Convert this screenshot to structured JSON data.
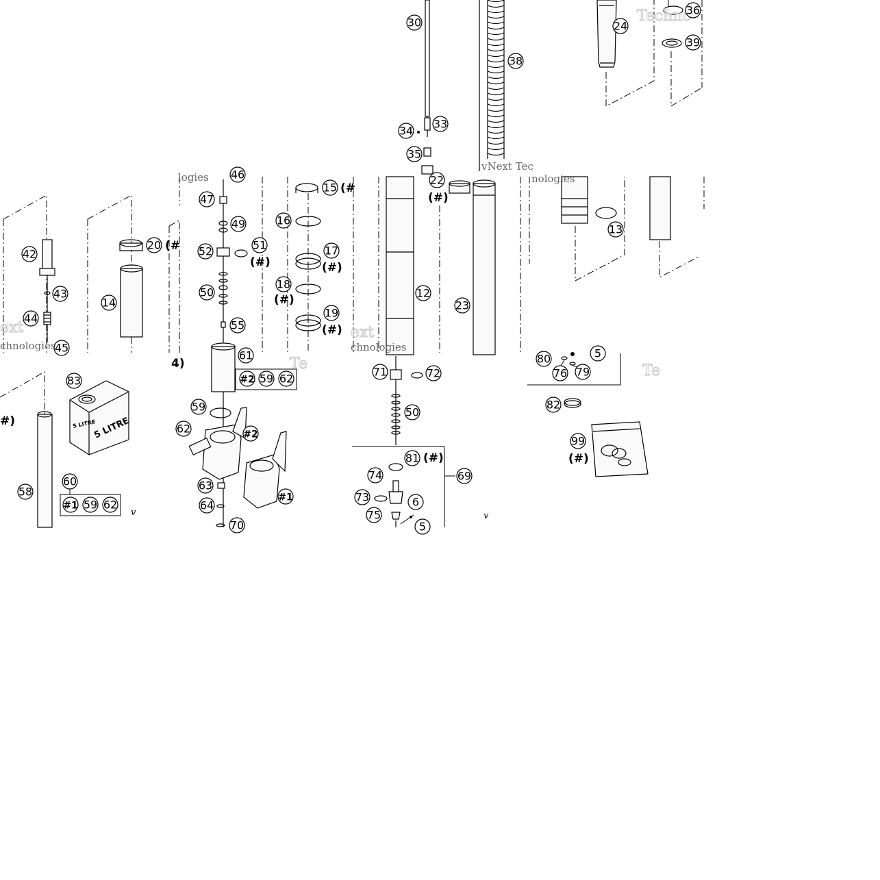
{
  "diagram": {
    "watermarks": [
      "Technologies",
      "Techno",
      "vNext Tec",
      "logies",
      "nologies",
      "Te",
      "ext",
      "chnologies",
      "Technologies",
      "Te"
    ],
    "v_marks": [
      "v",
      "v"
    ],
    "can_label_large": "5 LITRE",
    "can_label_small": "5 LITRE",
    "callouts": [
      {
        "id": "30",
        "label": "30"
      },
      {
        "id": "38",
        "label": "38"
      },
      {
        "id": "24",
        "label": "24"
      },
      {
        "id": "36",
        "label": "36"
      },
      {
        "id": "39",
        "label": "39"
      },
      {
        "id": "33",
        "label": "33"
      },
      {
        "id": "34",
        "label": "34"
      },
      {
        "id": "35",
        "label": "35"
      },
      {
        "id": "22",
        "label": "22"
      },
      {
        "id": "46",
        "label": "46"
      },
      {
        "id": "47",
        "label": "47"
      },
      {
        "id": "49",
        "label": "49"
      },
      {
        "id": "52",
        "label": "52"
      },
      {
        "id": "51",
        "label": "51"
      },
      {
        "id": "50a",
        "label": "50"
      },
      {
        "id": "55",
        "label": "55"
      },
      {
        "id": "15",
        "label": "15"
      },
      {
        "id": "16",
        "label": "16"
      },
      {
        "id": "17",
        "label": "17"
      },
      {
        "id": "18",
        "label": "18"
      },
      {
        "id": "19",
        "label": "19"
      },
      {
        "id": "12",
        "label": "12"
      },
      {
        "id": "23",
        "label": "23"
      },
      {
        "id": "13",
        "label": "13"
      },
      {
        "id": "42",
        "label": "42"
      },
      {
        "id": "43",
        "label": "43"
      },
      {
        "id": "44",
        "label": "44"
      },
      {
        "id": "45",
        "label": "45"
      },
      {
        "id": "20",
        "label": "20"
      },
      {
        "id": "14",
        "label": "14"
      },
      {
        "id": "61",
        "label": "61"
      },
      {
        "id": "59a",
        "label": "59"
      },
      {
        "id": "62a",
        "label": "62"
      },
      {
        "id": "59b",
        "label": "59"
      },
      {
        "id": "62b",
        "label": "62"
      },
      {
        "id": "63",
        "label": "63"
      },
      {
        "id": "64",
        "label": "64"
      },
      {
        "id": "70",
        "label": "70"
      },
      {
        "id": "83",
        "label": "83"
      },
      {
        "id": "60",
        "label": "60"
      },
      {
        "id": "59c",
        "label": "59"
      },
      {
        "id": "62c",
        "label": "62"
      },
      {
        "id": "58",
        "label": "58"
      },
      {
        "id": "71",
        "label": "71"
      },
      {
        "id": "72",
        "label": "72"
      },
      {
        "id": "50b",
        "label": "50"
      },
      {
        "id": "81",
        "label": "81"
      },
      {
        "id": "69",
        "label": "69"
      },
      {
        "id": "74",
        "label": "74"
      },
      {
        "id": "73",
        "label": "73"
      },
      {
        "id": "75",
        "label": "75"
      },
      {
        "id": "6",
        "label": "6"
      },
      {
        "id": "5a",
        "label": "5"
      },
      {
        "id": "80",
        "label": "80"
      },
      {
        "id": "76",
        "label": "76"
      },
      {
        "id": "79",
        "label": "79"
      },
      {
        "id": "5b",
        "label": "5"
      },
      {
        "id": "82",
        "label": "82"
      },
      {
        "id": "99",
        "label": "99"
      }
    ],
    "group_markers": {
      "m2a": "#2",
      "m2b": "#2",
      "m1a": "#1",
      "m1b": "#1"
    },
    "hash_notes": [
      "(#",
      "(#)",
      "(#)",
      "(#)",
      "(#)",
      "(#)",
      "(#",
      "(#)",
      "(#)",
      "(#)",
      "#)",
      "4)"
    ]
  }
}
